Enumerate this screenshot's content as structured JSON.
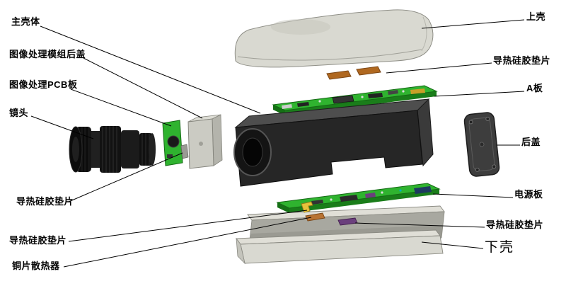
{
  "figure": {
    "type": "exploded-view-diagram",
    "labels": {
      "left": [
        {
          "id": "main-housing",
          "text": "主壳体"
        },
        {
          "id": "image-module-back-cover",
          "text": "图像处理模组后盖"
        },
        {
          "id": "image-pcb",
          "text": "图像处理PCB板"
        },
        {
          "id": "lens",
          "text": "镜头"
        },
        {
          "id": "thermal-pad-a",
          "text": "导热硅胶垫片"
        },
        {
          "id": "thermal-pad-b",
          "text": "导热硅胶垫片"
        },
        {
          "id": "copper-heatsink",
          "text": "铜片散热器"
        }
      ],
      "right": [
        {
          "id": "upper-shell",
          "text": "上壳"
        },
        {
          "id": "thermal-pad-c",
          "text": "导热硅胶垫片"
        },
        {
          "id": "a-board",
          "text": "A板"
        },
        {
          "id": "back-cover",
          "text": "后盖"
        },
        {
          "id": "power-board",
          "text": "电源板"
        },
        {
          "id": "thermal-pad-d",
          "text": "导热硅胶垫片"
        },
        {
          "id": "lower-shell",
          "text": "下壳"
        }
      ]
    },
    "colors": {
      "pcb_green": "#2fb32f",
      "pcb_edge": "#1a7d1a",
      "shell_gray": "#d9d9d1",
      "shell_inner": "#a8a8a0",
      "housing_dark": "#262626",
      "housing_top": "#4e4e4e",
      "pad_orange": "#b06820",
      "pad_yellow": "#e6c23a",
      "pad_purple": "#6b3f7d",
      "pad_copper": "#b87333",
      "line": "#000000"
    }
  }
}
